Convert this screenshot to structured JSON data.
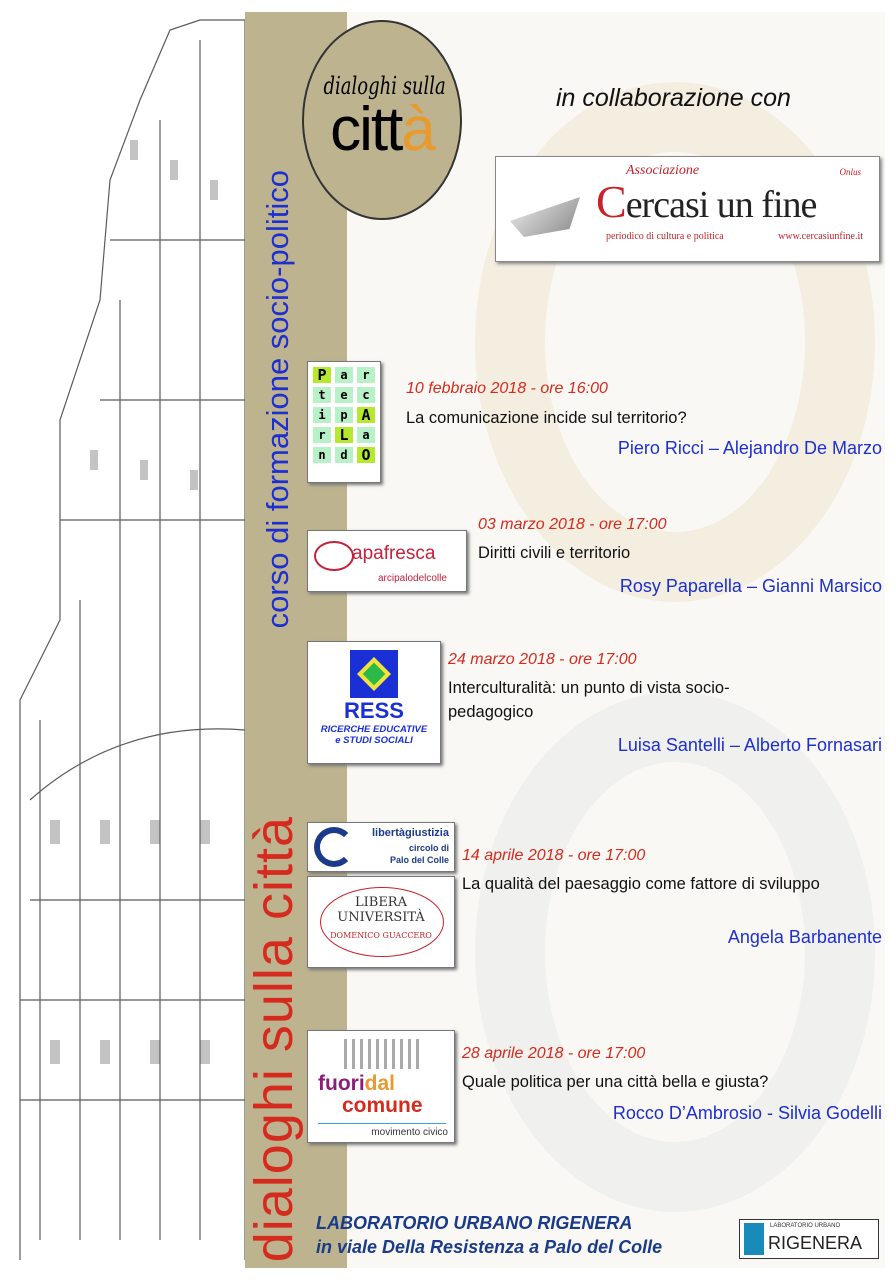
{
  "header": {
    "circle_line1": "dialoghi sulla",
    "circle_line2_prefix": "citt",
    "circle_line2_accent": "à",
    "collab": "in collaborazione con"
  },
  "vertical": {
    "main": "dialoghi sulla città",
    "sub": "corso di formazione socio-politico"
  },
  "partner": {
    "assoc": "Associazione",
    "name_initial": "C",
    "name_rest": "ercasi un fine",
    "onlus": "Onlus",
    "tagline": "periodico di cultura e politica",
    "url": "www.cercasiunfine.it"
  },
  "events": [
    {
      "date": "10 febbraio 2018 - ore 16:00",
      "title": "La comunicazione incide sul territorio?",
      "speakers": "Piero Ricci – Alejandro De Marzo",
      "logo": {
        "letters": [
          "P",
          "a",
          "r",
          "t",
          "e",
          "c",
          "i",
          "p",
          "A",
          "r",
          "L",
          "a",
          "n",
          "d",
          "O"
        ]
      }
    },
    {
      "date": "03 marzo 2018 - ore 17:00",
      "title": "Diritti civili e territorio",
      "speakers": "Rosy Paparella – Gianni Marsico",
      "logo": {
        "name": "apafresca",
        "sub": "arcipalodelcolle"
      }
    },
    {
      "date": "24 marzo 2018 - ore 17:00",
      "title": "Interculturalità: un punto di vista socio-pedagogico",
      "speakers": "Luisa Santelli – Alberto Fornasari",
      "logo": {
        "name": "RESS",
        "sub1": "RICERCHE EDUCATIVE",
        "sub2": "e STUDI SOCIALI"
      }
    },
    {
      "date": "14 aprile 2018 - ore 17:00",
      "title": "La qualità del paesaggio come fattore di sviluppo",
      "speakers": "Angela Barbanente",
      "logo": {
        "name": "libertàgiustizia",
        "sub1": "circolo di",
        "sub2": "Palo del Colle",
        "lu1": "LIBERA",
        "lu2": "UNIVERSITÀ",
        "lu3": "DOMENICO GUACCERO"
      }
    },
    {
      "date": "28 aprile 2018 - ore 17:00",
      "title": "Quale politica per una città bella e giusta?",
      "speakers": "Rocco D’Ambrosio - Silvia Godelli",
      "logo": {
        "w1": "fuori",
        "w2": "dal",
        "w3": "comune",
        "sub": "movimento civico"
      }
    }
  ],
  "footer": {
    "line1": "LABORATORIO URBANO RIGENERA",
    "line2": "in viale Della Resistenza a Palo del Colle",
    "logo_small": "LABORATORIO URBANO",
    "logo_name": "RIGENERA"
  },
  "colors": {
    "band": "#bdb38f",
    "red": "#d42b1e",
    "blue": "#1d2fd0",
    "footer_blue": "#1a3a8a",
    "accent_orange": "#e89a2e"
  }
}
